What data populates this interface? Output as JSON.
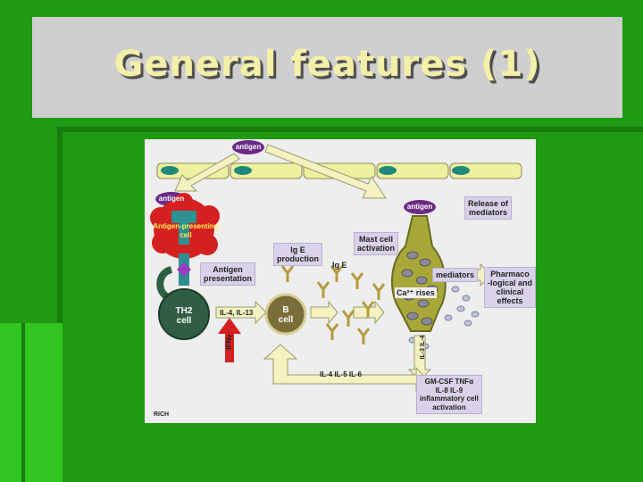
{
  "slide": {
    "title": "General features (1)"
  },
  "diagram": {
    "antigen_top": "antigen",
    "antigen_left": "antigen",
    "antigen_right": "antigen",
    "apc_label": "Antigen-presenting\ncell",
    "antigen_presentation": "Antigen\npresentation",
    "ige_production": "Ig E\nproduction",
    "mast_cell_activation": "Mast cell\nactivation",
    "release_mediators": "Release of\nmediators",
    "ige_label": "Ig E",
    "mediators": "mediators",
    "pharmaco_effects": "Pharmaco\n-logical and\nclinical\neffects",
    "ca_rises": "Ca²⁺ rises",
    "th2_cell": "TH2\ncell",
    "b_cell": "B\ncell",
    "il4_il13": "IL-4, IL-13",
    "ifn": "IFNγ",
    "il4_il5_il6": "IL-4  IL-5  IL-6",
    "il3_il4": "IL-3  IL-4",
    "gmcsf": "GM-CSF TNFα\nIL-8 IL-9\ninflammatory cell\nactivation",
    "source": "RICH"
  },
  "colors": {
    "background": "#1f9a12",
    "title_box": "#cfcfcf",
    "title_text": "#f4f0a8",
    "antigen": "#6b2a86",
    "apc": "#d42020",
    "t_cell": "#2f5e45",
    "b_cell": "#7a6d3a",
    "mast_cell": "#a8a83a"
  }
}
